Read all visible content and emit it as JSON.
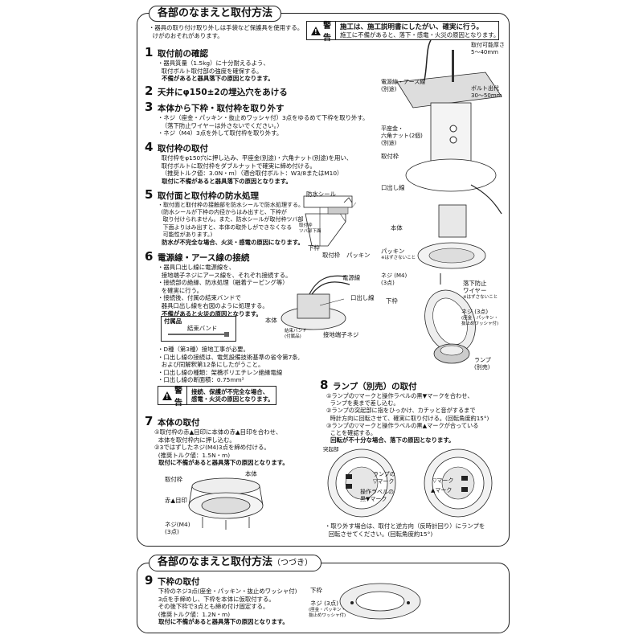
{
  "header1": "各部のなまえと取付方法",
  "header2": "各部のなまえと取付方法",
  "header2_suffix": "（つづき）",
  "intro": "・器具の取り付け取り外しは手袋など保護具を使用する。\n  けがのおそれがあります。",
  "top_warning": {
    "label": "警告",
    "line1": "施工は、施工説明書にしたがい、確実に行う。",
    "line2": "施工に不備があると、落下・感電・火災の原因となります。"
  },
  "steps": {
    "s1": {
      "num": "1",
      "title": "取付前の確認",
      "body": "・器具質量（1.5kg）に十分耐えるよう、\n  取付ボルト取付部の強度を確保する。",
      "bold": "  不備があると器具落下の原因となります。"
    },
    "s2": {
      "num": "2",
      "title": "天井にφ150±2の埋込穴をあける"
    },
    "s3": {
      "num": "3",
      "title": "本体から下枠・取付枠を取り外す",
      "body": "・ネジ（座金・パッキン・抜止めワッシャ付）3点をゆるめて下枠を取り外す。\n  （落下防止ワイヤーは外さないでください。）\n・ネジ（M4）3点を外して取付枠を取り外す。"
    },
    "s4": {
      "num": "4",
      "title": "取付枠の取付",
      "body": "  取付枠をφ150穴に押し込み、平座金(別途)・六角ナット(別途)を用い、\n  取付ボルトに取付枠をダブルナットで確実に締め付ける。\n  （推奨トルク値：3.0N・m）（適合取付ボルト：W3/8またはM10）",
      "bold": "  取付に不備があると器具落下の原因となります。"
    },
    "s5": {
      "num": "5",
      "title": "取付面と取付枠の防水処理",
      "body": "・取付面と取付枠の接触部を防水シールで防水処理する。\n  (防水シールが下枠の内径からはみ出すと、下枠が\n   取り付けられません。また、防水シールが取付枠ツバ部\n   下面よりはみ出すと、本体の取外しができなくなる\n   可能性があります。)",
      "bold": "  防水が不完全な場合、火災・感電の原因になります。"
    },
    "s6": {
      "num": "6",
      "title": "電源線・アース線の接続",
      "body": "・器具口出し線に電源線を、\n  接地端子ネジにアース線を、それぞれ接続する。\n・接続部の絶縁、防水処理（融着テーピング等）\n  を確実に行う。\n・接続後、付属の結束バンドで\n  器具口出し線を右図のように処理する。",
      "bold": "  不備があると火災の原因となります。"
    },
    "s6b": "・D種（第3種）接地工事が必要。\n・口出し線の接続は、電気設備技術基準の省令第7条,\n  および同解釈第12条にしたがうこと。\n・口出し線の種類：架橋ポリエチレン絶縁電線\n・口出し線の断面積：0.75mm²",
    "s7": {
      "num": "7",
      "title": "本体の取付",
      "body": "①取付枠の赤▲目印に本体の赤▲目印を合わせ、\n  本体を取付枠内に押し込む。\n②3ではずしたネジ(M4)3点を締め付ける。\n  (推奨トルク値：1.5N・m)",
      "bold": "  取付に不備があると器具落下の原因となります。"
    },
    "s8": {
      "num": "8",
      "title": "ランプ（別売）の取付",
      "body": "①ランプの▽マークと操作ラベルの黒▼マークを合わせ、\n  ランプを奥まで差し込む。\n②ランプの突起部に指をひっかけ、カチッと音がするまで\n  時計方向に回転させて、確実に取り付ける。(回転角度約15°)\n③ランプの▽マークと操作ラベルの黒▲マークが合っている\n  ことを確認する。",
      "bold": "  回転が不十分な場合、落下の原因となります。",
      "note": "・取り外す場合は、取付と逆方向（反時計回り）にランプを\n  回転させてください。(回転角度約15°)"
    },
    "s9": {
      "num": "9",
      "title": "下枠の取付",
      "body": "  下枠のネジ3点(座金・パッキン・抜止めワッシャ付)\n  3点を手締めし、下枠を本体に仮取付する。\n  その後下枠で3点とも締め付け固定する。\n  (推奨トルク値：1.2N・m)",
      "bold": "  取付に不備があると器具落下の原因となります。"
    }
  },
  "warning2": {
    "label": "警告",
    "line1": "接続、保護が不完全な場合、",
    "line2": "感電・火災の原因となります。"
  },
  "accessory": {
    "title": "付属品",
    "item": "結束バンド"
  },
  "diagram_labels": {
    "bolt_thickness": "取付可能厚さ\n5～40mm",
    "power_earth": "電源線・アース線\n(別途)",
    "bolt_protrusion": "ボルト出代\n30～50mm",
    "washer_nut": "平座金・\n六角ナット(2個)\n(別途)",
    "frame": "取付枠",
    "lead_wire": "口出し線",
    "body": "本体",
    "packing": "パッキン",
    "packing_note": "※はずさないこと",
    "screw_m4": "ネジ (M4)\n(3点)",
    "fall_wire": "落下防止\nワイヤー",
    "fall_wire_note": "※はずさないこと",
    "lower_frame": "下枠",
    "screw3": "ネジ (3点)",
    "screw3_note": "(座金・パッキン・\n抜止めワッシャ付)",
    "lamp": "ランプ\n(別売)",
    "waterproof_seal": "防水シール",
    "frame_flange": "取付枠\nツバ部下面",
    "lower_frame2": "下枠",
    "frame2": "取付枠",
    "packing2": "パッキン",
    "power_line": "電源線",
    "lead_wire2": "口出し線",
    "body2": "本体",
    "tie_band": "結束バンド\n(付属品)",
    "ground_screw": "接地端子ネジ",
    "s7_frame": "取付枠",
    "s7_body": "本体",
    "s7_mark": "赤▲目印",
    "s7_screw": "ネジ(M4)\n(3点)",
    "s8_bump": "突起部",
    "s8_lamp_mark": "ランプの\n▽マーク",
    "s8_label_mark": "操作ラベルの\n黒▼マーク",
    "s8_mark_v": "▽マーク",
    "s8_mark_up": "▲マーク",
    "s9_lower": "下枠",
    "s9_screw": "ネジ (3点)",
    "s9_screw_note": "(座金・パッキン・\n抜止めワッシャ付)"
  }
}
